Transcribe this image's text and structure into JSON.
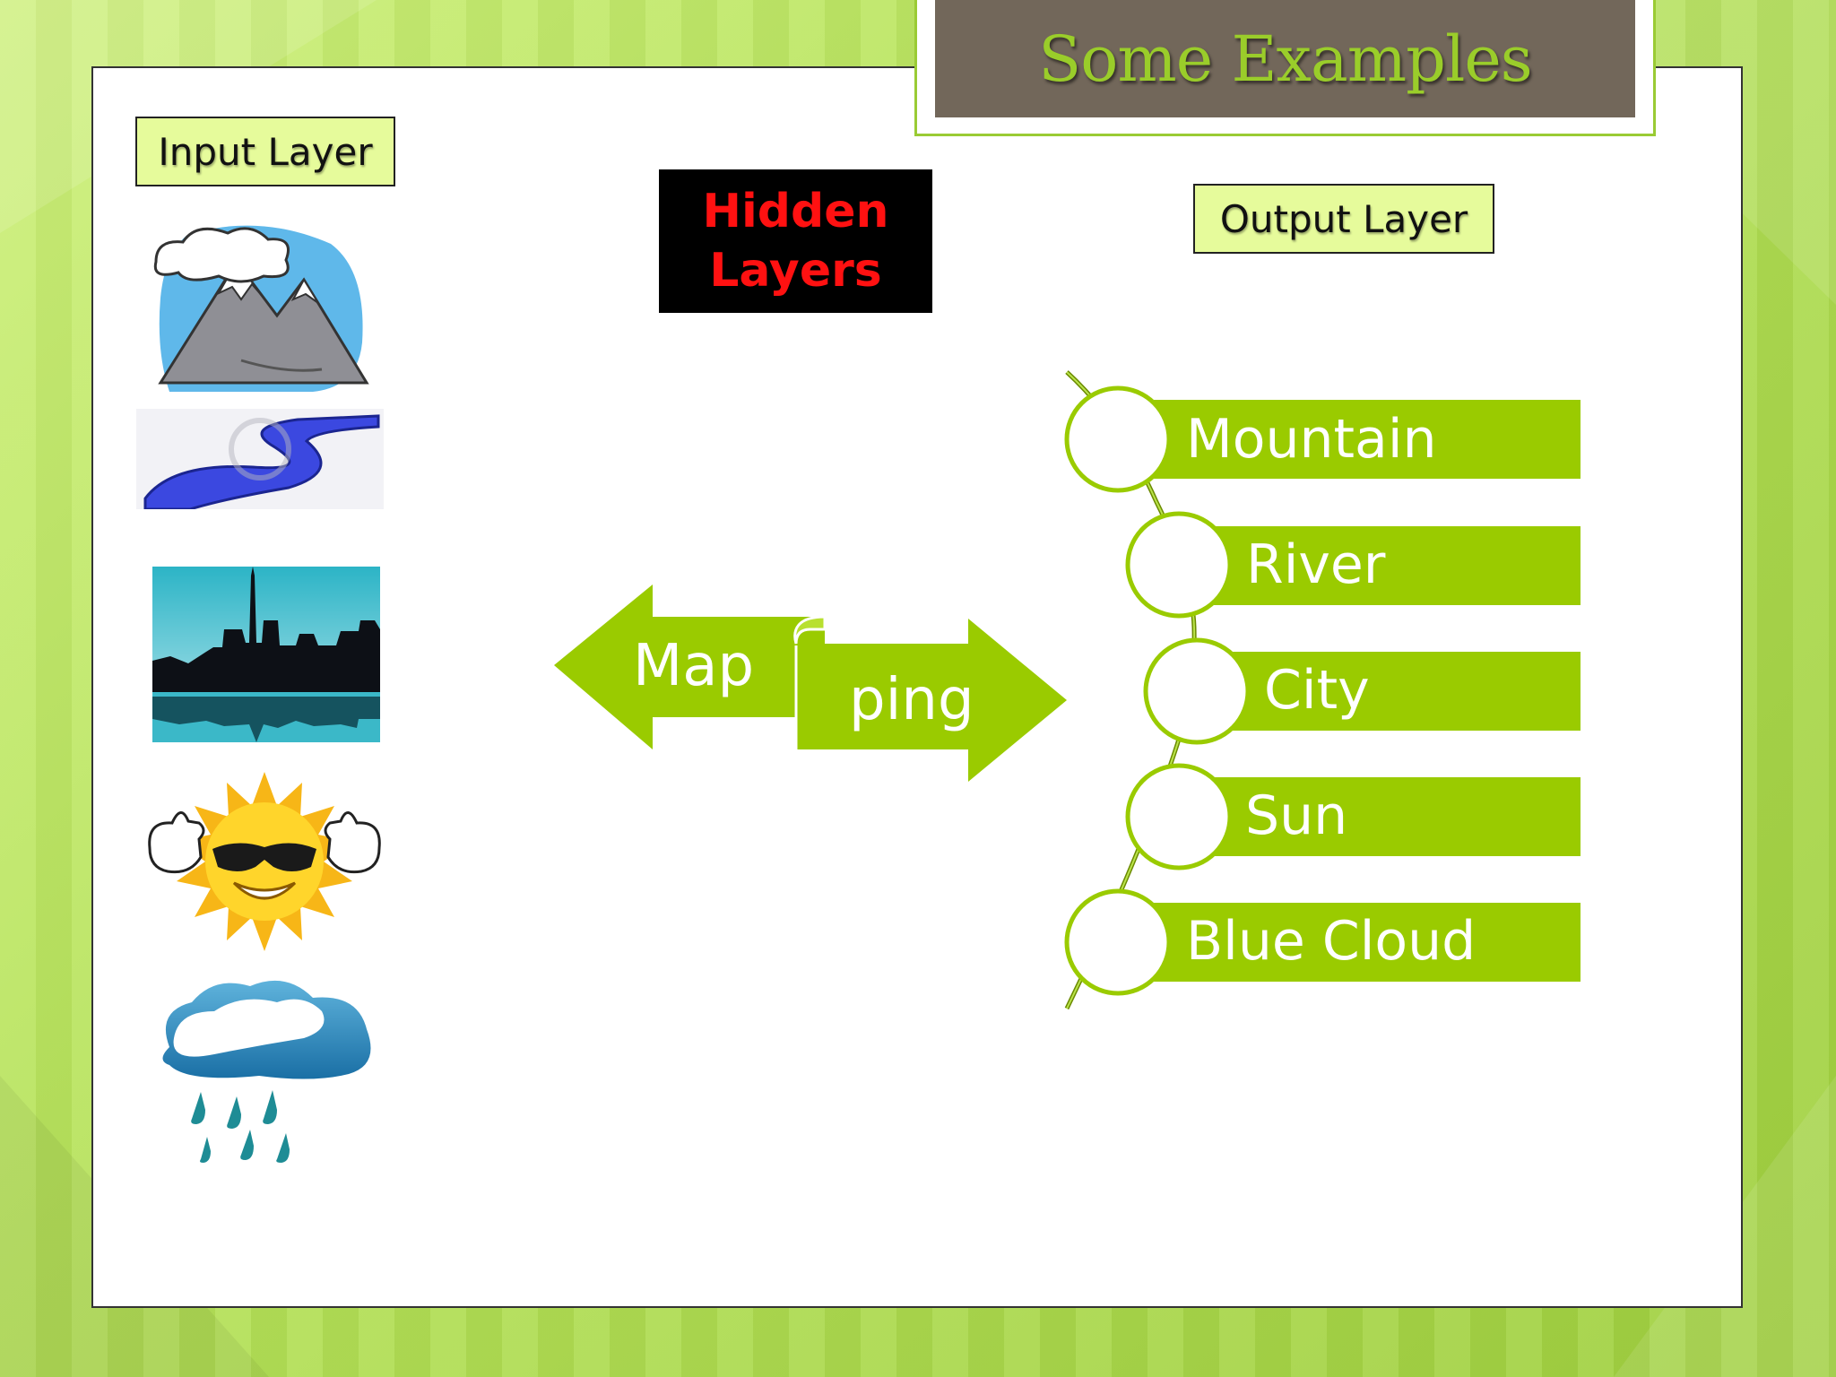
{
  "title": "Some Examples",
  "input_layer": {
    "label": "Input Layer"
  },
  "hidden_layers": {
    "line1": "Hidden",
    "line2": "Layers"
  },
  "output_layer": {
    "label": "Output Layer",
    "items": [
      "Mountain",
      "River",
      "City",
      "Sun",
      "Blue Cloud"
    ]
  },
  "mapping": {
    "left_word": "Map",
    "right_word": "ping"
  },
  "input_images": [
    "mountain-image",
    "river-image",
    "city-skyline-image",
    "sun-image",
    "rain-cloud-image"
  ],
  "colors": {
    "accent": "#9acb00",
    "label_bg": "#e6fb9b",
    "title_bg": "#72675a",
    "hidden_text": "#ff1111"
  }
}
